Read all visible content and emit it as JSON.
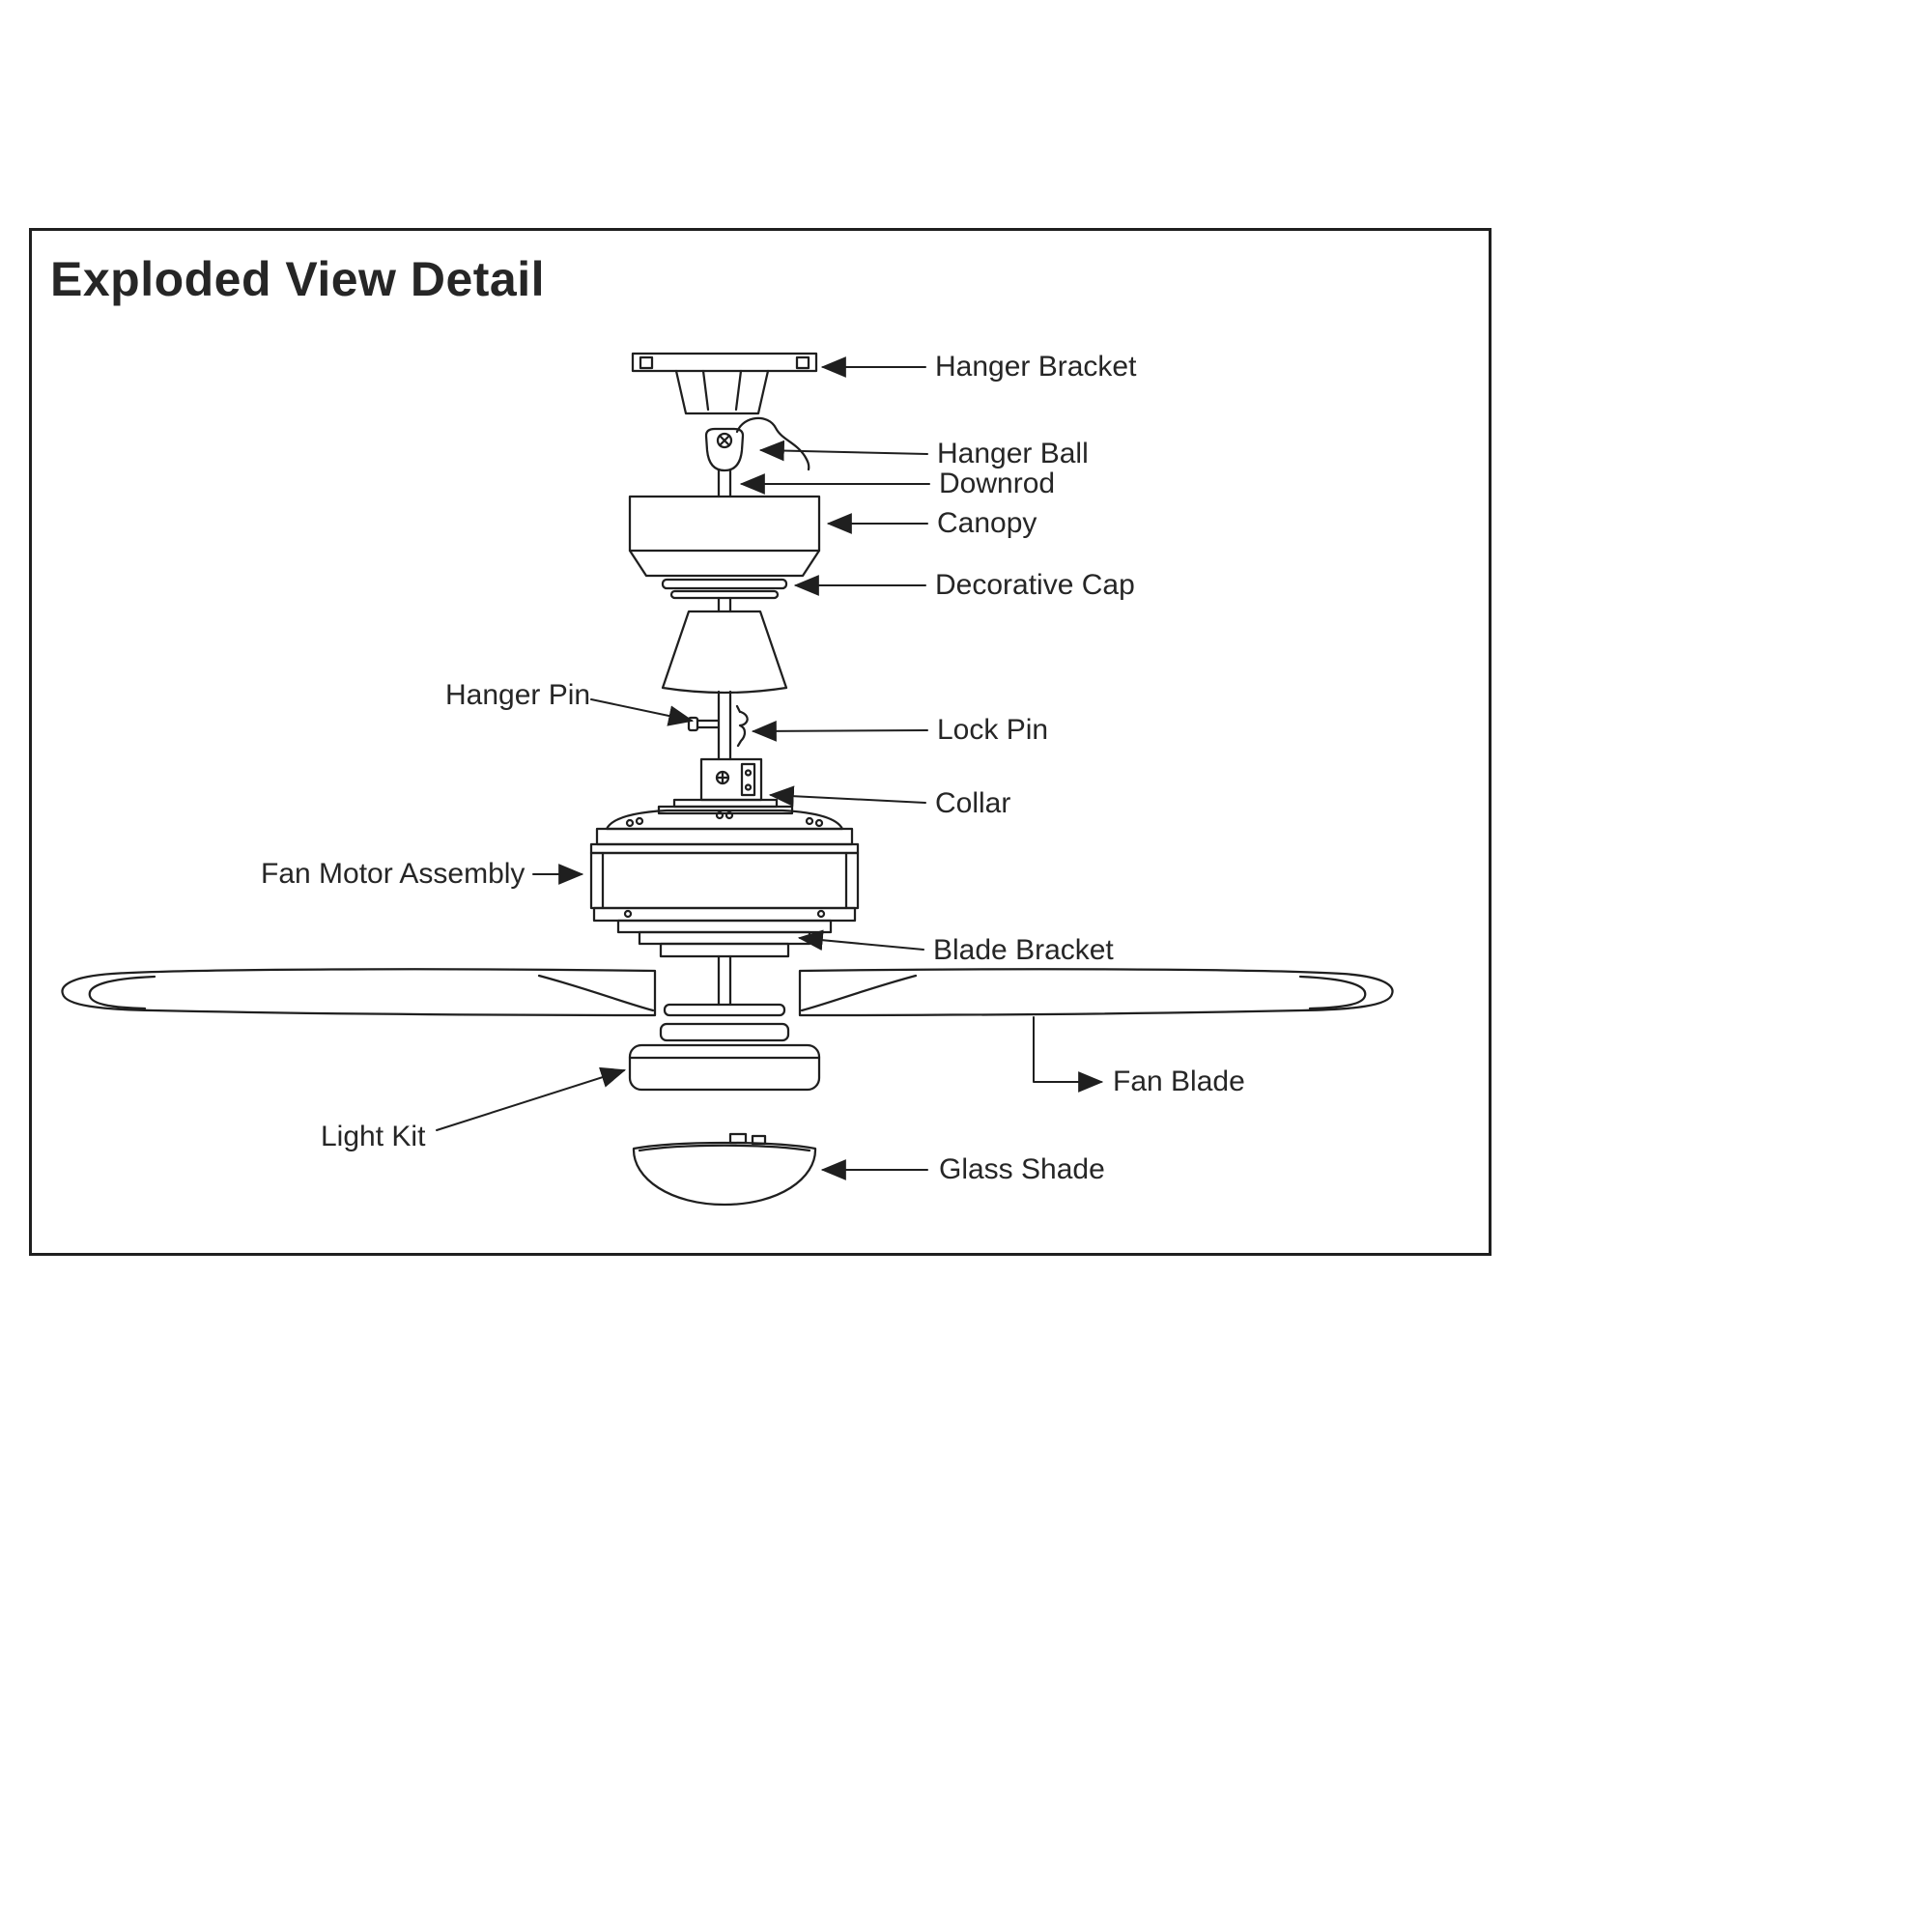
{
  "page": {
    "title": "Exploded View Detail"
  },
  "labels": {
    "hanger_bracket": "Hanger Bracket",
    "hanger_ball": "Hanger Ball",
    "downrod": "Downrod",
    "canopy": "Canopy",
    "decorative_cap": "Decorative Cap",
    "hanger_pin": "Hanger Pin",
    "lock_pin": "Lock Pin",
    "collar": "Collar",
    "fan_motor_assembly": "Fan Motor Assembly",
    "blade_bracket": "Blade Bracket",
    "fan_blade": "Fan Blade",
    "light_kit": "Light Kit",
    "glass_shade": "Glass Shade"
  },
  "colors": {
    "line": "#1f1f1f",
    "text": "#262626",
    "background": "#ffffff"
  }
}
